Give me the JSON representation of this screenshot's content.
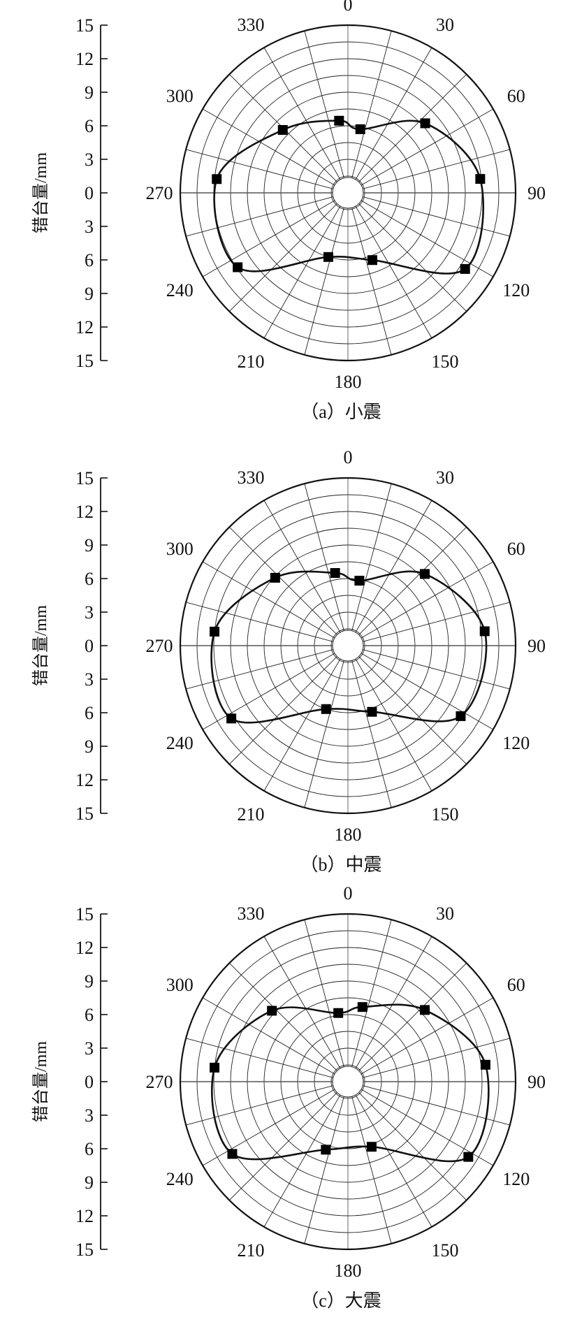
{
  "chart_data": [
    {
      "type": "polar-line",
      "caption": "（a）小震",
      "ylabel": "错台量/mm",
      "y_ticks": [
        "15",
        "12",
        "9",
        "6",
        "3",
        "0",
        "3",
        "6",
        "9",
        "12",
        "15"
      ],
      "angle_labels": [
        "0",
        "30",
        "60",
        "90",
        "120",
        "150",
        "180",
        "210",
        "240",
        "270",
        "300",
        "330"
      ],
      "rmax": 15,
      "grid": true,
      "points": [
        {
          "angle": 353,
          "value": 6.5
        },
        {
          "angle": 11,
          "value": 5.8
        },
        {
          "angle": 48,
          "value": 9.3
        },
        {
          "angle": 84,
          "value": 11.9
        },
        {
          "angle": 123,
          "value": 12.5
        },
        {
          "angle": 160,
          "value": 6.4
        },
        {
          "angle": 197,
          "value": 6.0
        },
        {
          "angle": 236,
          "value": 11.9
        },
        {
          "angle": 276,
          "value": 11.8
        },
        {
          "angle": 314,
          "value": 8.1
        }
      ]
    },
    {
      "type": "polar-line",
      "caption": "（b）中震",
      "ylabel": "错台量/mm",
      "y_ticks": [
        "15",
        "12",
        "9",
        "6",
        "3",
        "0",
        "3",
        "6",
        "9",
        "12",
        "15"
      ],
      "angle_labels": [
        "0",
        "30",
        "60",
        "90",
        "120",
        "150",
        "180",
        "210",
        "240",
        "270",
        "300",
        "330"
      ],
      "rmax": 15,
      "grid": true,
      "points": [
        {
          "angle": 350,
          "value": 6.6
        },
        {
          "angle": 10,
          "value": 5.9
        },
        {
          "angle": 47,
          "value": 9.4
        },
        {
          "angle": 84,
          "value": 12.3
        },
        {
          "angle": 122,
          "value": 11.9
        },
        {
          "angle": 160,
          "value": 6.3
        },
        {
          "angle": 199,
          "value": 6.0
        },
        {
          "angle": 238,
          "value": 12.3
        },
        {
          "angle": 276,
          "value": 12.0
        },
        {
          "angle": 313,
          "value": 8.9
        }
      ]
    },
    {
      "type": "polar-line",
      "caption": "（c）大震",
      "ylabel": "错台量/mm",
      "y_ticks": [
        "15",
        "12",
        "9",
        "6",
        "3",
        "0",
        "3",
        "6",
        "9",
        "12",
        "15"
      ],
      "angle_labels": [
        "0",
        "30",
        "60",
        "90",
        "120",
        "150",
        "180",
        "210",
        "240",
        "270",
        "300",
        "330"
      ],
      "rmax": 15,
      "grid": true,
      "points": [
        {
          "angle": 352,
          "value": 6.2
        },
        {
          "angle": 11,
          "value": 6.8
        },
        {
          "angle": 47,
          "value": 9.4
        },
        {
          "angle": 83,
          "value": 12.4
        },
        {
          "angle": 122,
          "value": 12.7
        },
        {
          "angle": 160,
          "value": 6.2
        },
        {
          "angle": 198,
          "value": 6.4
        },
        {
          "angle": 238,
          "value": 12.2
        },
        {
          "angle": 276,
          "value": 12.0
        },
        {
          "angle": 313,
          "value": 9.3
        }
      ]
    }
  ]
}
